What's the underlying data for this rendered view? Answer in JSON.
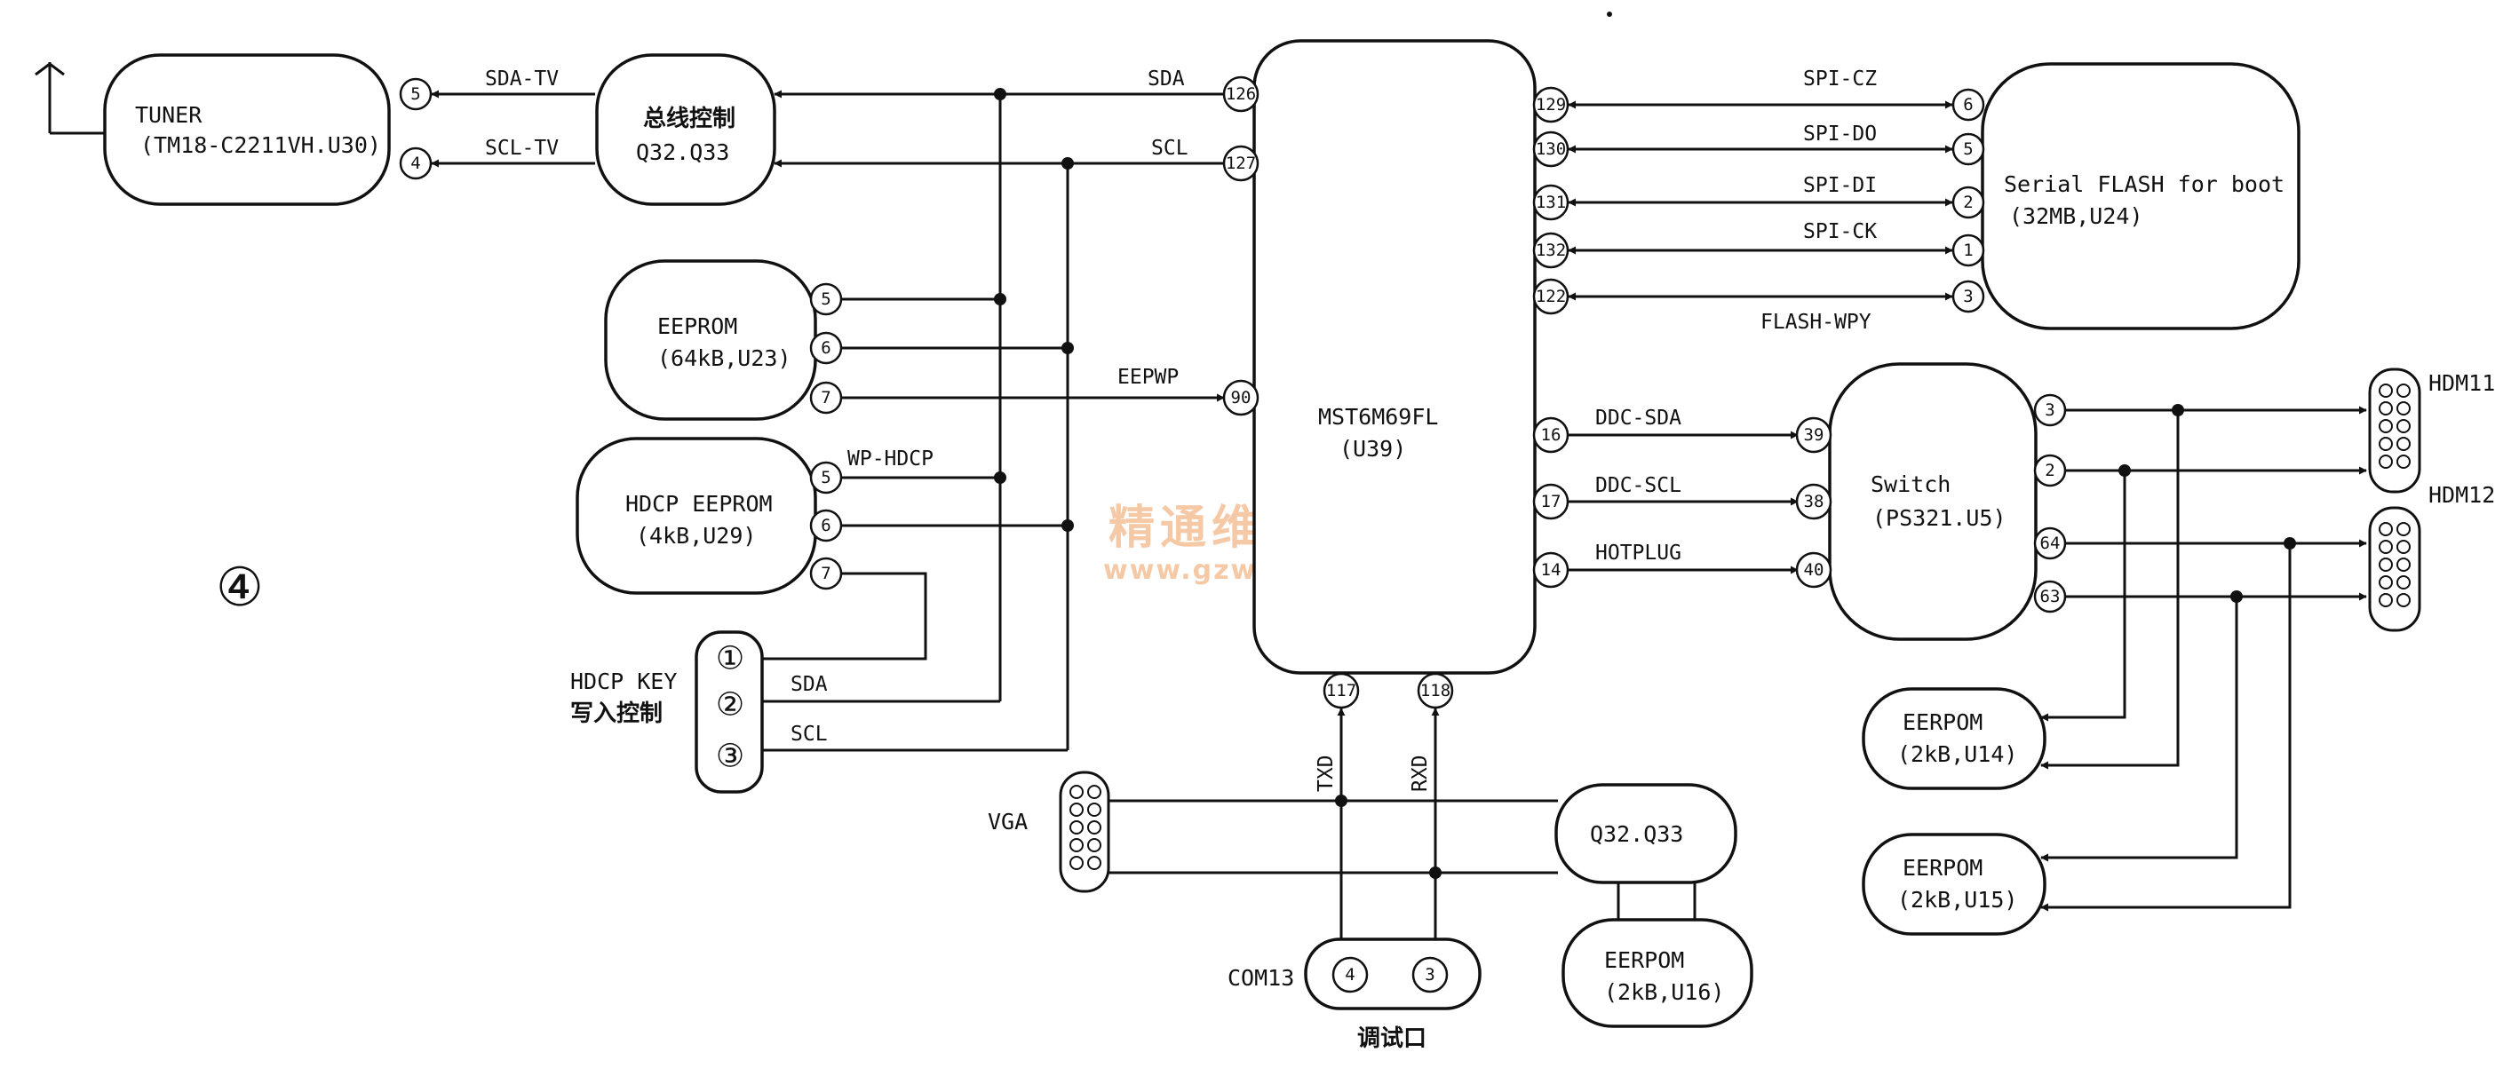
{
  "marker": "④",
  "watermark": {
    "line1": "精通维修下载",
    "line2": "www.gzweix.com"
  },
  "blocks": {
    "tuner": {
      "line1": "TUNER",
      "line2": "(TM18-C2211VH.U30)"
    },
    "bus": {
      "line1": "总线控制",
      "line2": "Q32.Q33"
    },
    "eeprom": {
      "line1": "EEPROM",
      "line2": "(64kB,U23)"
    },
    "hdcp_eeprom": {
      "line1": "HDCP EEPROM",
      "line2": "(4kB,U29)"
    },
    "hdcp_key": {
      "line1": "HDCP KEY",
      "line2": "写入控制"
    },
    "main": {
      "line1": "MST6M69FL",
      "line2": "(U39)"
    },
    "flash": {
      "line1": "Serial FLASH for boot",
      "line2": "(32MB,U24)"
    },
    "switch": {
      "line1": "Switch",
      "line2": "(PS321.U5)"
    },
    "eerpom_u14": {
      "line1": "EERPOM",
      "line2": "(2kB,U14)"
    },
    "eerpom_u15": {
      "line1": "EERPOM",
      "line2": "(2kB,U15)"
    },
    "q32": {
      "line1": "Q32.Q33"
    },
    "eerpom_u16": {
      "line1": "EERPOM",
      "line2": "(2kB,U16)"
    },
    "com13": {
      "label": "COM13",
      "caption": "调试口"
    },
    "vga": {
      "label": "VGA"
    },
    "hdmi1": {
      "label": "HDM11"
    },
    "hdmi2": {
      "label": "HDM12"
    }
  },
  "signals": {
    "sda_tv": "SDA-TV",
    "scl_tv": "SCL-TV",
    "sda": "SDA",
    "scl": "SCL",
    "eepwp": "EEPWP",
    "wp_hdcp": "WP-HDCP",
    "key_sda": "SDA",
    "key_scl": "SCL",
    "spi_cz": "SPI-CZ",
    "spi_do": "SPI-DO",
    "spi_di": "SPI-DI",
    "spi_ck": "SPI-CK",
    "flash_wpy": "FLASH-WPY",
    "ddc_sda": "DDC-SDA",
    "ddc_scl": "DDC-SCL",
    "hotplug": "HOTPLUG",
    "txd": "TXD",
    "rxd": "RXD"
  },
  "pins": {
    "tuner_5": "5",
    "tuner_4": "4",
    "main_126": "126",
    "main_127": "127",
    "main_90": "90",
    "eeprom_5": "5",
    "eeprom_6": "6",
    "eeprom_7": "7",
    "hdcp_5": "5",
    "hdcp_6": "6",
    "hdcp_7": "7",
    "key_1": "①",
    "key_2": "②",
    "key_3": "③",
    "main_129": "129",
    "main_130": "130",
    "main_131": "131",
    "main_132": "132",
    "main_122": "122",
    "flash_6": "6",
    "flash_5": "5",
    "flash_2": "2",
    "flash_1": "1",
    "flash_3": "3",
    "main_16": "16",
    "main_17": "17",
    "main_14": "14",
    "sw_39": "39",
    "sw_38": "38",
    "sw_40": "40",
    "sw_3": "3",
    "sw_2": "2",
    "sw_64": "64",
    "sw_63": "63",
    "main_117": "117",
    "main_118": "118",
    "com_4": "4",
    "com_3": "3"
  }
}
